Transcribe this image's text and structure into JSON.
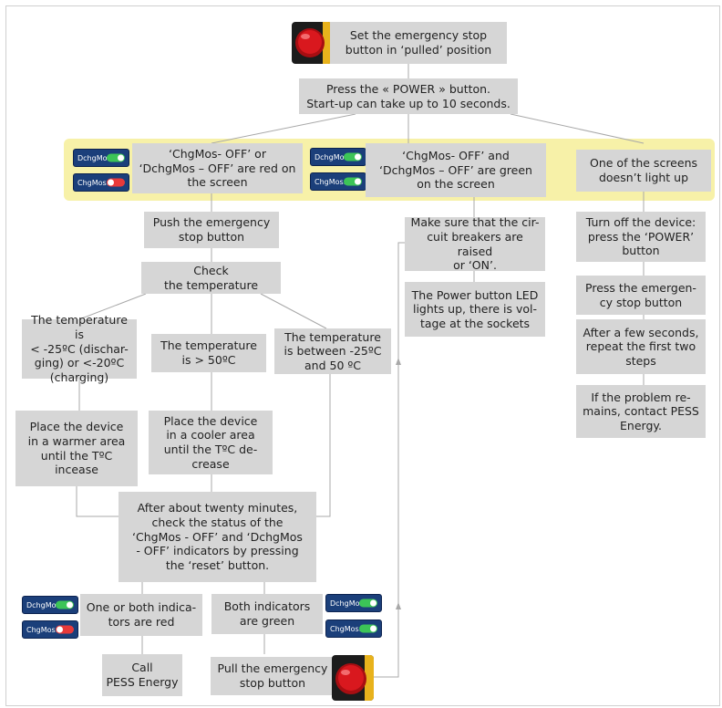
{
  "colors": {
    "box": "#d6d6d6",
    "band": "#f7f1a8",
    "line": "#a8a8a8",
    "toggle_on": "#3cc457",
    "toggle_off": "#e83a3a",
    "stop_red": "#d9181e",
    "stop_yellow": "#e8b21c"
  },
  "nodes": {
    "start": "Set the emergency stop\nbutton in ‘pulled’ position",
    "power": "Press the « POWER » button.\nStart-up can take up to 10 seconds.",
    "red_screen": "‘ChgMos- OFF’ or\n‘DchgMos – OFF’ are red on\nthe screen",
    "green_screen": "‘ChgMos- OFF’ and\n‘DchgMos – OFF’ are green\non the screen",
    "no_light": "One of the screens\ndoesn’t light up",
    "push_stop": "Push the emergency\nstop button",
    "check_temp": "Check\nthe temperature",
    "temp_low": "The temperature is\n< -25ºC (dischar-\nging) or <-20ºC\n(charging)",
    "temp_high": "The temperature\nis > 50ºC",
    "temp_between": "The temperature\nis between -25ºC\nand 50 ºC",
    "warmer": "Place the device\nin a warmer area\nuntil the TºC\nincease",
    "cooler": "Place the device\nin a cooler area\nuntil the TºC de-\ncrease",
    "wait_check": "After about twenty minutes,\ncheck the status of the\n‘ChgMos - OFF’ and ‘DchgMos\n- OFF’ indicators by pressing\nthe ‘reset’ button.",
    "one_red": "One or both indica-\ntors are red",
    "both_green": "Both indicators\nare green",
    "call": "Call\nPESS Energy",
    "pull_stop": "Pull the emergency\nstop button",
    "breakers": "Make sure that the cir-\ncuit breakers are raised\nor ‘ON’.",
    "led": "The Power button LED\nlights up, there is vol-\ntage at the sockets",
    "turn_off": "Turn off the device:\npress the ‘POWER’\nbutton",
    "press_stop": "Press the emergen-\ncy stop button",
    "repeat": "After a few seconds,\nrepeat the first two\nsteps",
    "contact": "If the problem re-\nmains, contact PESS\nEnergy."
  },
  "indicators": {
    "dchg_label": "DchgMos:",
    "chg_label": "ChgMos:"
  },
  "icons": [
    "emergency-stop-icon"
  ]
}
